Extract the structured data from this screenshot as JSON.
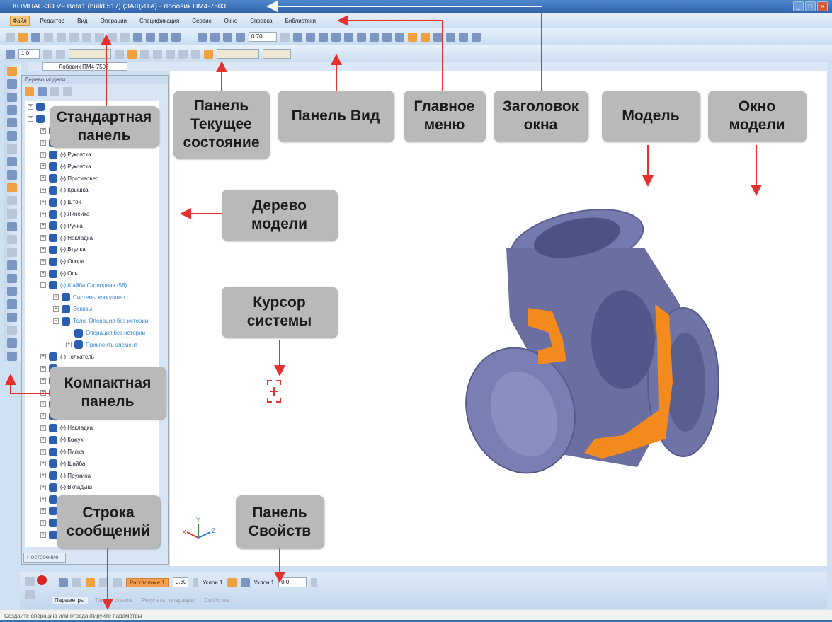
{
  "window": {
    "title": "КОМПАС-3D V9 Beta1 (build 517) (ЗАЩИТА) - Лобовик ПМ4-7503",
    "controls": [
      "_",
      "□",
      "×"
    ]
  },
  "menu": [
    "Файл",
    "Редактор",
    "Вид",
    "Операции",
    "Спецификация",
    "Сервис",
    "Окно",
    "Справка",
    "Библиотеки"
  ],
  "toolbar": {
    "zoom_value": "0.70",
    "step_value": "1.0"
  },
  "document_tab": "Лобовик ПМ4-7503",
  "tree": {
    "title": "Дерево модели",
    "items": [
      {
        "label": "",
        "depth": 0,
        "sign": "+"
      },
      {
        "label": "",
        "depth": 0,
        "sign": "−"
      },
      {
        "label": "",
        "depth": 1,
        "sign": "+"
      },
      {
        "label": "",
        "depth": 1,
        "sign": "+"
      },
      {
        "label": "(-) Рукоятка",
        "depth": 1,
        "sign": "+"
      },
      {
        "label": "(-) Рукоятка",
        "depth": 1,
        "sign": "+"
      },
      {
        "label": "(-) Противовес",
        "depth": 1,
        "sign": "+"
      },
      {
        "label": "(-) Крышка",
        "depth": 1,
        "sign": "+"
      },
      {
        "label": "(-) Шток",
        "depth": 1,
        "sign": "+"
      },
      {
        "label": "(-) Линейка",
        "depth": 1,
        "sign": "+"
      },
      {
        "label": "(-) Ручка",
        "depth": 1,
        "sign": "+"
      },
      {
        "label": "(-) Накладка",
        "depth": 1,
        "sign": "+"
      },
      {
        "label": "(-) Втулка",
        "depth": 1,
        "sign": "+"
      },
      {
        "label": "(-) Опора",
        "depth": 1,
        "sign": "+"
      },
      {
        "label": "(-) Ось",
        "depth": 1,
        "sign": "+"
      },
      {
        "label": "(-) Шайба Стопорная (56)",
        "depth": 1,
        "sign": "−",
        "blue": true
      },
      {
        "label": "Системы координат",
        "depth": 2,
        "sign": "+",
        "blue": true
      },
      {
        "label": "Эскизы",
        "depth": 2,
        "sign": "+",
        "blue": true
      },
      {
        "label": "Тело: Операция без истории",
        "depth": 2,
        "sign": "−",
        "blue": true
      },
      {
        "label": "Операция без истории",
        "depth": 3,
        "sign": "",
        "blue": true
      },
      {
        "label": "Приклеить элемент",
        "depth": 3,
        "sign": "+",
        "blue": true
      },
      {
        "label": "(-) Толкатель",
        "depth": 1,
        "sign": "+"
      },
      {
        "label": "",
        "depth": 1,
        "sign": "+"
      },
      {
        "label": "",
        "depth": 1,
        "sign": "+"
      },
      {
        "label": "",
        "depth": 1,
        "sign": "+"
      },
      {
        "label": "",
        "depth": 1,
        "sign": "+"
      },
      {
        "label": "",
        "depth": 1,
        "sign": "+"
      },
      {
        "label": "(-) Накладка",
        "depth": 1,
        "sign": "+"
      },
      {
        "label": "(-) Кожух",
        "depth": 1,
        "sign": "+"
      },
      {
        "label": "(-) Пилка",
        "depth": 1,
        "sign": "+"
      },
      {
        "label": "(-) Шайба",
        "depth": 1,
        "sign": "+"
      },
      {
        "label": "(-) Пружина",
        "depth": 1,
        "sign": "+"
      },
      {
        "label": "(-) Вкладыш",
        "depth": 1,
        "sign": "+"
      },
      {
        "label": "",
        "depth": 1,
        "sign": "+"
      },
      {
        "label": "",
        "depth": 1,
        "sign": "+"
      },
      {
        "label": "",
        "depth": 1,
        "sign": "+"
      },
      {
        "label": "",
        "depth": 1,
        "sign": "+"
      }
    ],
    "bottom_tab": "Построение"
  },
  "properties": {
    "distance_label": "Расстояние 1",
    "distance_value": "0.30",
    "angle1_label": "Уклон 1",
    "angle2_label": "Уклон 1",
    "angle_value": "0.0",
    "tabs": [
      "Параметры",
      "Тонкая стенка",
      "Результат операции",
      "Свойства"
    ]
  },
  "axes": {
    "x": "X",
    "y": "Y",
    "z": "Z"
  },
  "status": "Создайте операцию или отредактируйте параметры",
  "callouts": {
    "standard": [
      "Стандартная",
      "панель"
    ],
    "current_state": [
      "Панель",
      "Текущее",
      "состояние"
    ],
    "view": [
      "Панель Вид"
    ],
    "main_menu": [
      "Главное",
      "меню"
    ],
    "window_title": [
      "Заголовок",
      "окна"
    ],
    "model": [
      "Модель"
    ],
    "model_window": [
      "Окно",
      "модели"
    ],
    "tree": [
      "Дерево",
      "модели"
    ],
    "cursor": [
      "Курсор",
      "системы"
    ],
    "compact": [
      "Компактная",
      "панель"
    ],
    "messages": [
      "Строка",
      "сообщений"
    ],
    "properties": [
      "Панель",
      "Свойств"
    ]
  },
  "colors": {
    "accent": "#e53030",
    "callout": "#b9b9b9",
    "model": "#6a6ea0",
    "cut": "#f28a1e"
  }
}
